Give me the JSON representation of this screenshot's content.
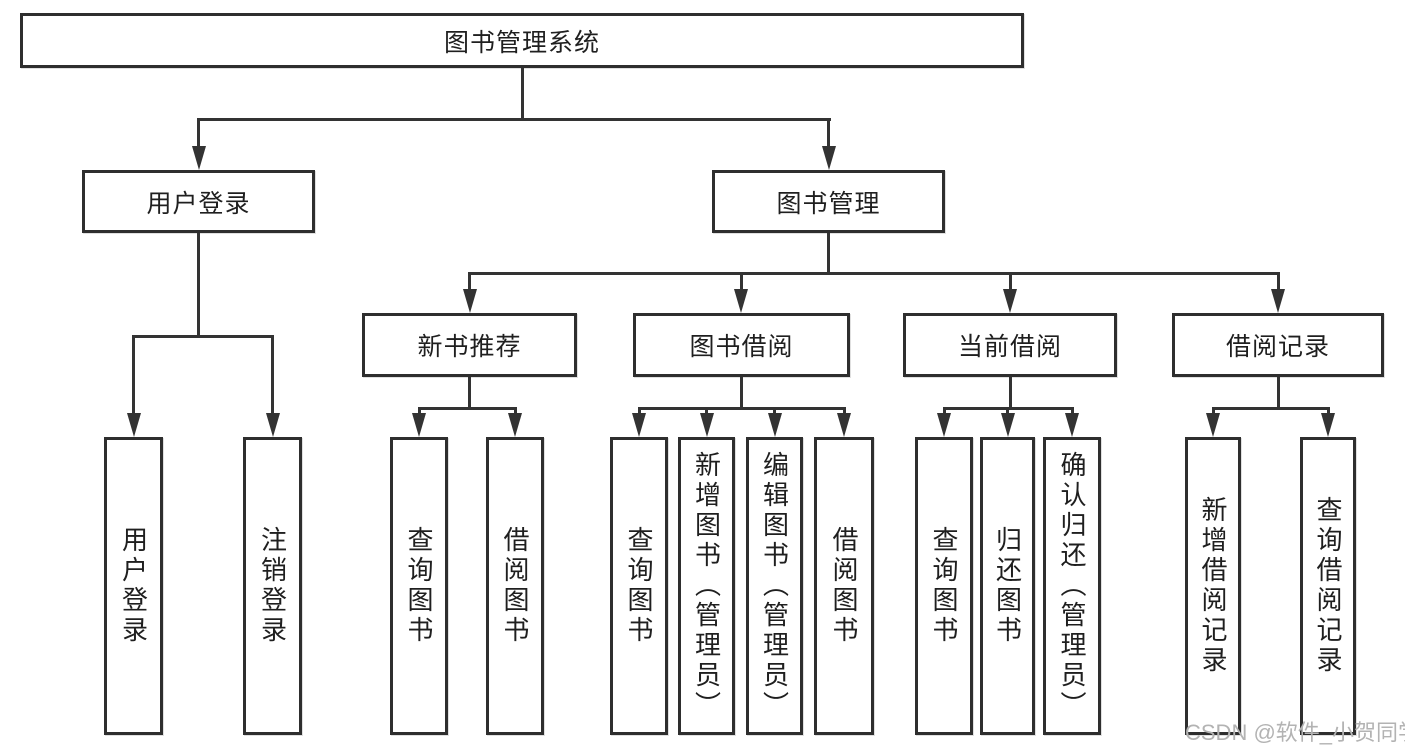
{
  "nodes": {
    "root": "图书管理系统",
    "user_login": "用户登录",
    "book_mgmt": "图书管理",
    "new_book": "新书推荐",
    "book_borrow": "图书借阅",
    "current_borrow": "当前借阅",
    "borrow_records": "借阅记录",
    "leaf_user_login": "用户登录",
    "leaf_logout": "注销登录",
    "leaf_nb_query": "查询图书",
    "leaf_nb_borrow": "借阅图书",
    "leaf_bb_query": "查询图书",
    "leaf_bb_add": "新增图书（管理员）",
    "leaf_bb_edit": "编辑图书（管理员）",
    "leaf_bb_borrow": "借阅图书",
    "leaf_cb_query": "查询图书",
    "leaf_cb_return": "归还图书",
    "leaf_cb_confirm": "确认归还（管理员）",
    "leaf_br_add": "新增借阅记录",
    "leaf_br_query": "查询借阅记录"
  },
  "watermark": "CSDN @软件_小贺同学",
  "colors": {
    "line": "#333333",
    "border": "#2e2e2e",
    "text": "#1f1f1f",
    "watermark": "#b3b3b3",
    "background": "#ffffff"
  }
}
